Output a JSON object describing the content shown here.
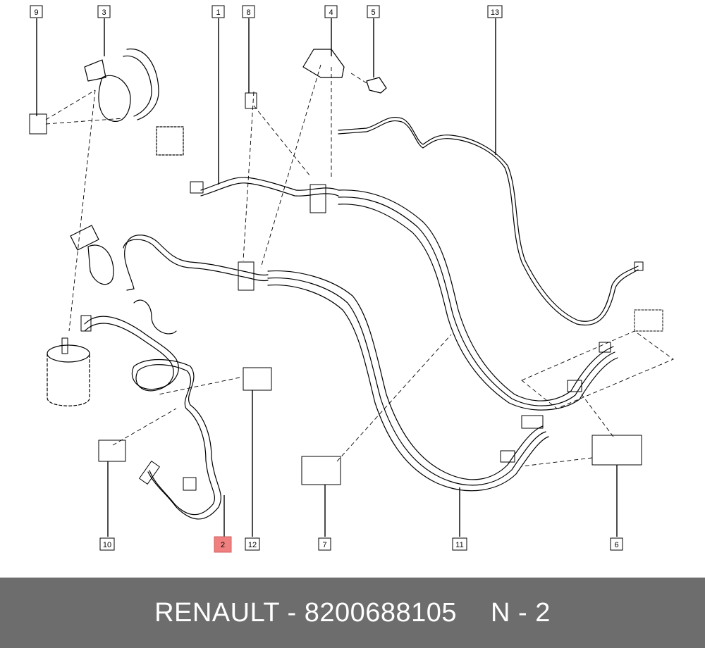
{
  "diagram": {
    "callouts": [
      {
        "id": "c1",
        "label": "1"
      },
      {
        "id": "c2",
        "label": "2",
        "highlight": true
      },
      {
        "id": "c3",
        "label": "3"
      },
      {
        "id": "c4",
        "label": "4"
      },
      {
        "id": "c5",
        "label": "5"
      },
      {
        "id": "c6",
        "label": "6"
      },
      {
        "id": "c7",
        "label": "7"
      },
      {
        "id": "c8",
        "label": "8"
      },
      {
        "id": "c9",
        "label": "9"
      },
      {
        "id": "c10",
        "label": "10"
      },
      {
        "id": "c11",
        "label": "11"
      },
      {
        "id": "c12",
        "label": "12"
      },
      {
        "id": "c13",
        "label": "13"
      }
    ],
    "colors": {
      "line": "#000000",
      "highlight": "#f08080",
      "footer_bg": "#6d6d6d",
      "footer_text": "#ffffff"
    }
  },
  "footer": {
    "brand_part": "RENAULT - 8200688105",
    "ref": "N - 2"
  }
}
